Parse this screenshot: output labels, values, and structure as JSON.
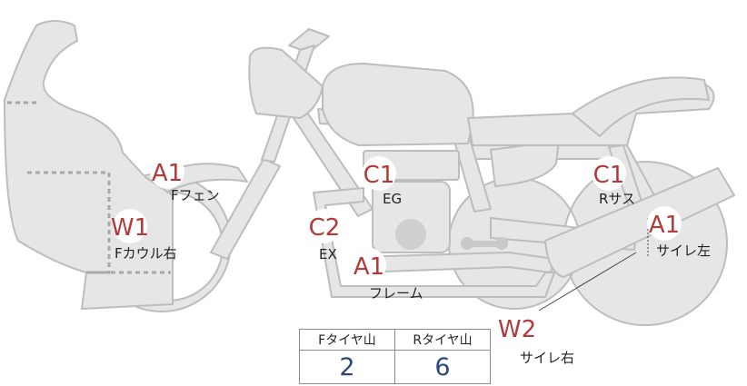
{
  "colors": {
    "fill": "#e6e6e6",
    "stroke": "#bdbdbd",
    "dotted": "#a8a8a8",
    "badge_red": "#b23a3a",
    "value_blue": "#2b4a78"
  },
  "markers": [
    {
      "id": "f-fender",
      "code": "A1",
      "label": "Fフェン"
    },
    {
      "id": "f-cowl-right",
      "code": "W1",
      "label": "Fカウル右"
    },
    {
      "id": "eg",
      "code": "C1",
      "label": "EG"
    },
    {
      "id": "ex",
      "code": "C2",
      "label": "EX"
    },
    {
      "id": "frame",
      "code": "A1",
      "label": "フレーム"
    },
    {
      "id": "r-sus",
      "code": "C1",
      "label": "Rサス"
    },
    {
      "id": "silencer-left",
      "code": "A1",
      "label": "サイレ左"
    },
    {
      "id": "silencer-right",
      "code": "W2",
      "label": "サイレ右"
    }
  ],
  "tread_table": {
    "headers": [
      "Fタイヤ山",
      "Rタイヤ山"
    ],
    "values": [
      "2",
      "6"
    ]
  }
}
